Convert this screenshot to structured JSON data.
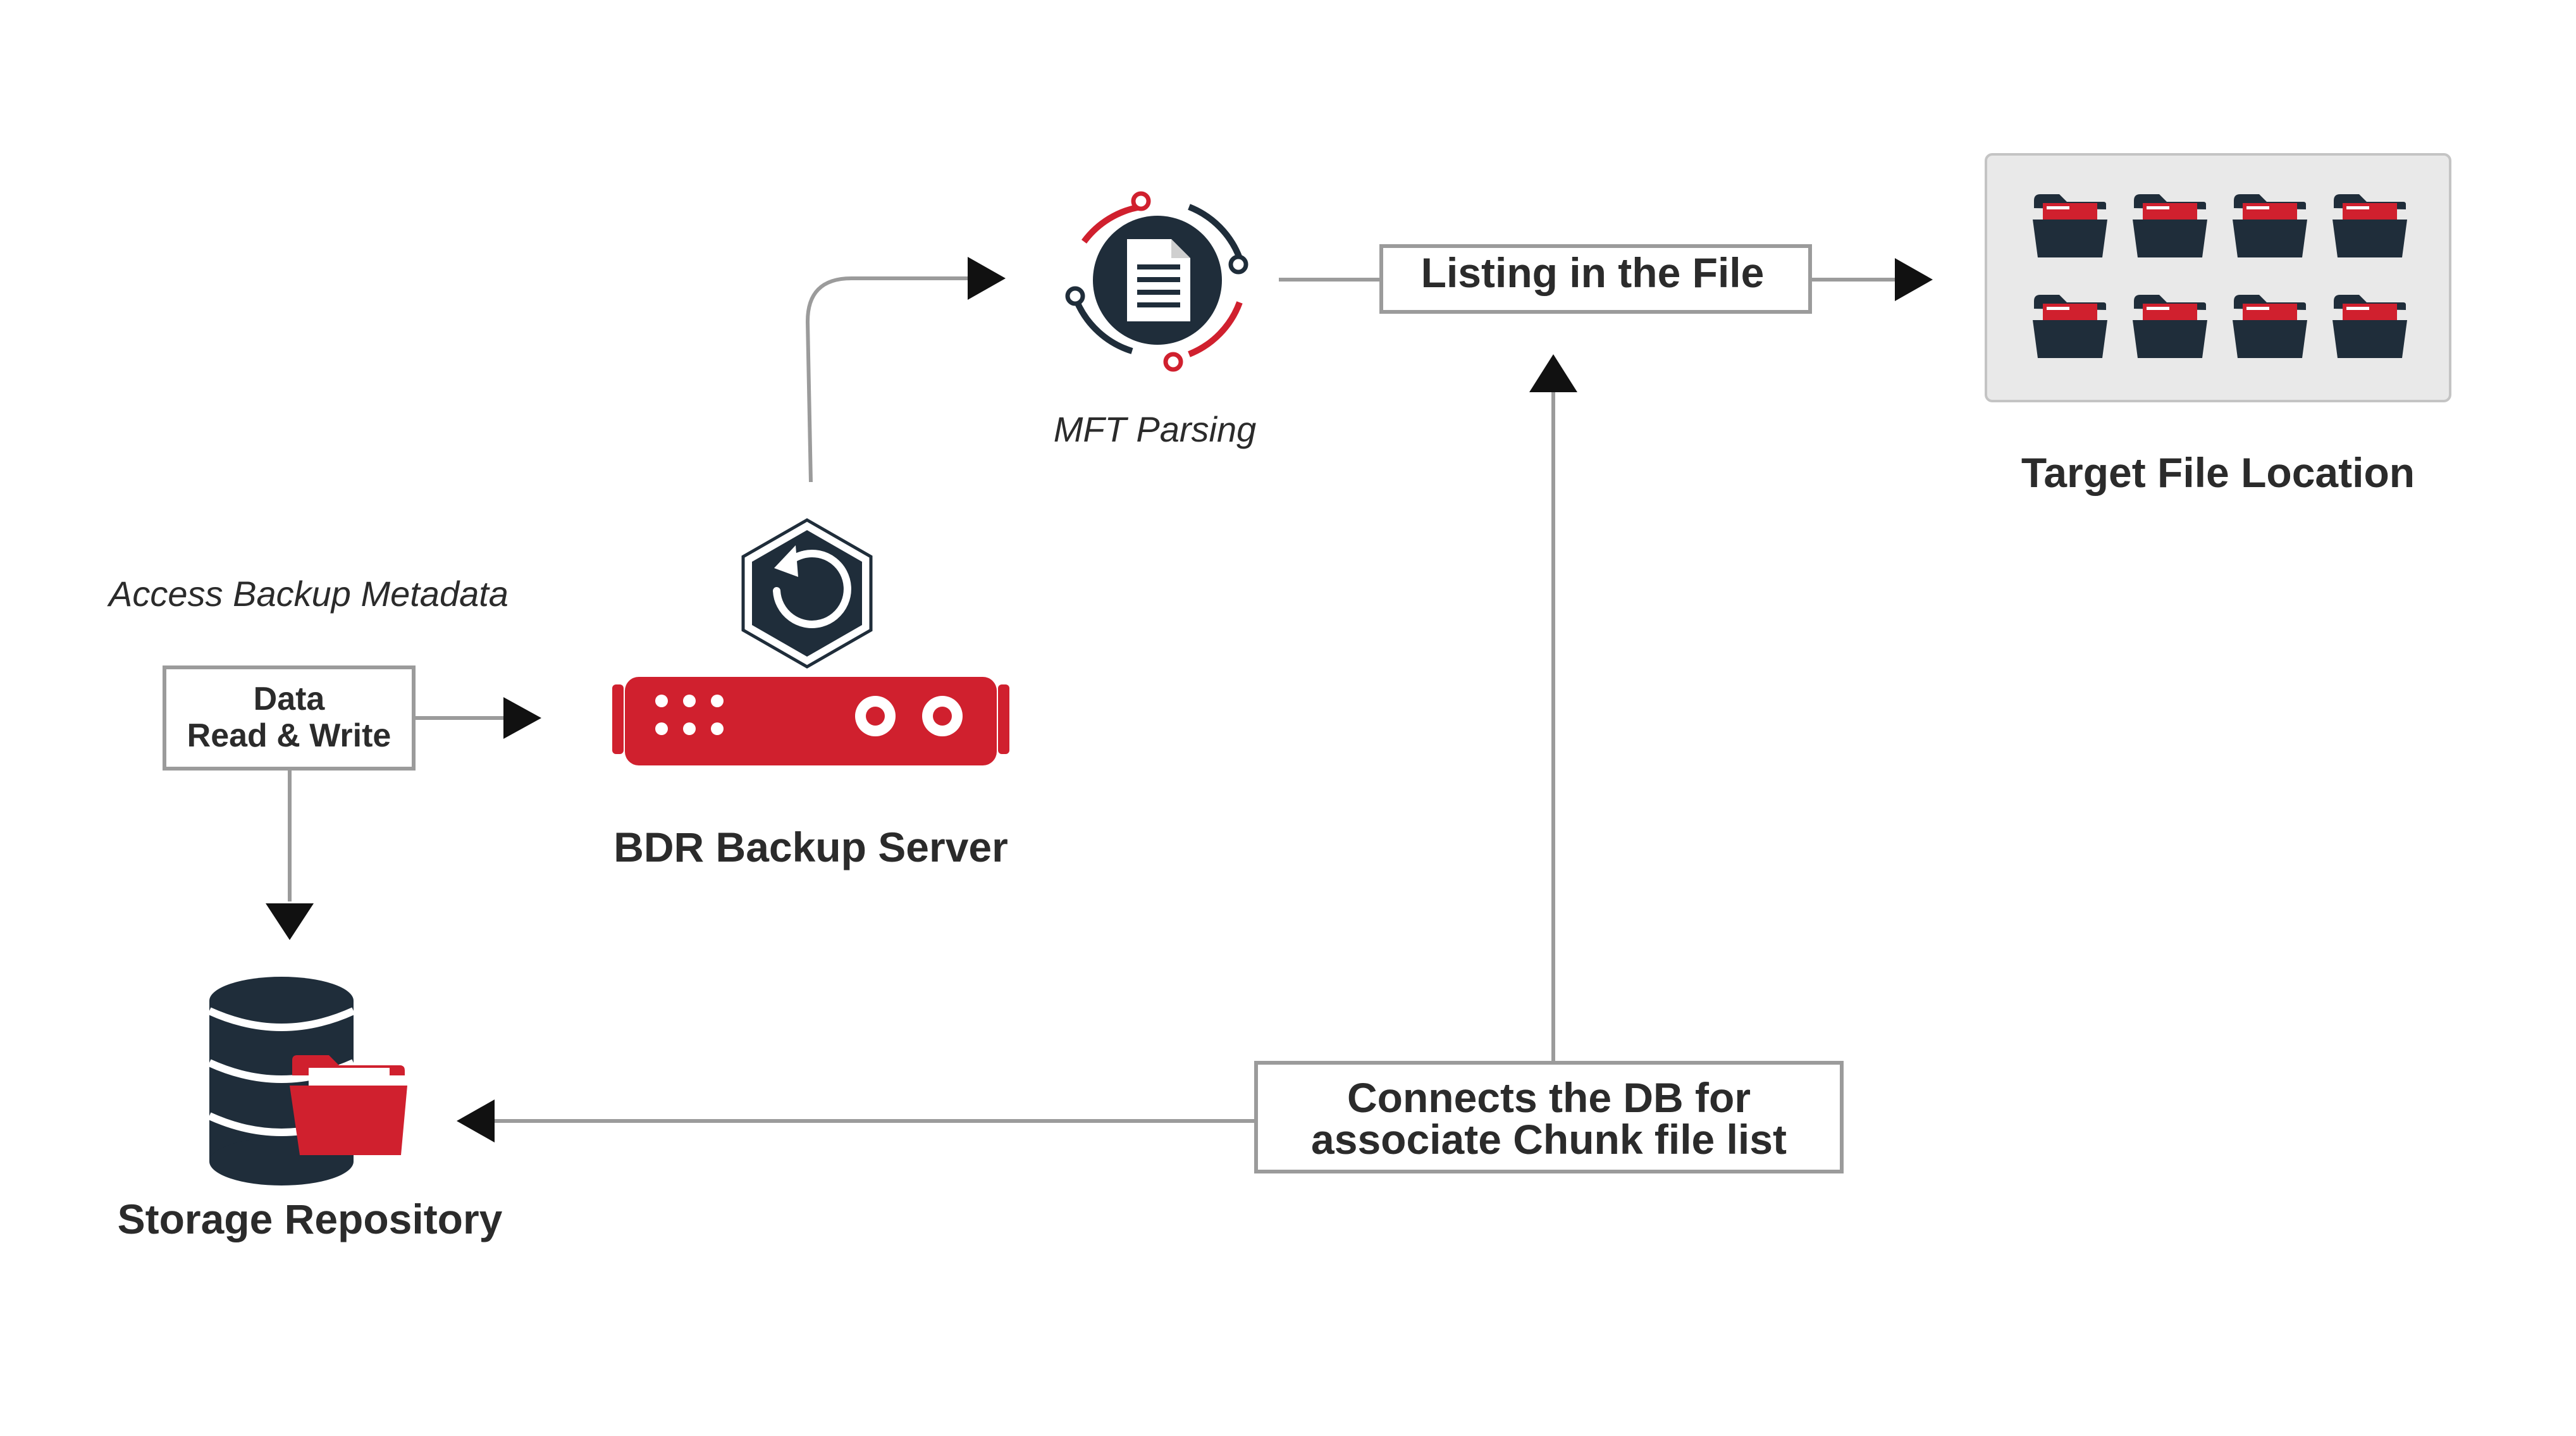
{
  "colors": {
    "dark": "#1f2d3a",
    "red": "#d0202e",
    "line": "#9b9b9b",
    "panel": "#e9e9e9",
    "panel_border": "#c4c4c4",
    "text": "#2b2b2b",
    "white": "#ffffff"
  },
  "labels": {
    "access_metadata": "Access Backup Metadata",
    "data_rw_line1": "Data",
    "data_rw_line2": "Read & Write",
    "bdr_server": "BDR Backup Server",
    "mft_parsing": "MFT Parsing",
    "listing_file": "Listing in the File",
    "target_location": "Target File Location",
    "connects_line1": "Connects the DB for",
    "connects_line2": "associate Chunk file list",
    "storage_repo": "Storage Repository"
  },
  "icons": {
    "server": "server-rack-icon",
    "restore": "restore-hexagon-icon",
    "document": "document-cycle-icon",
    "folder": "folder-icon",
    "database": "database-folder-icon"
  }
}
